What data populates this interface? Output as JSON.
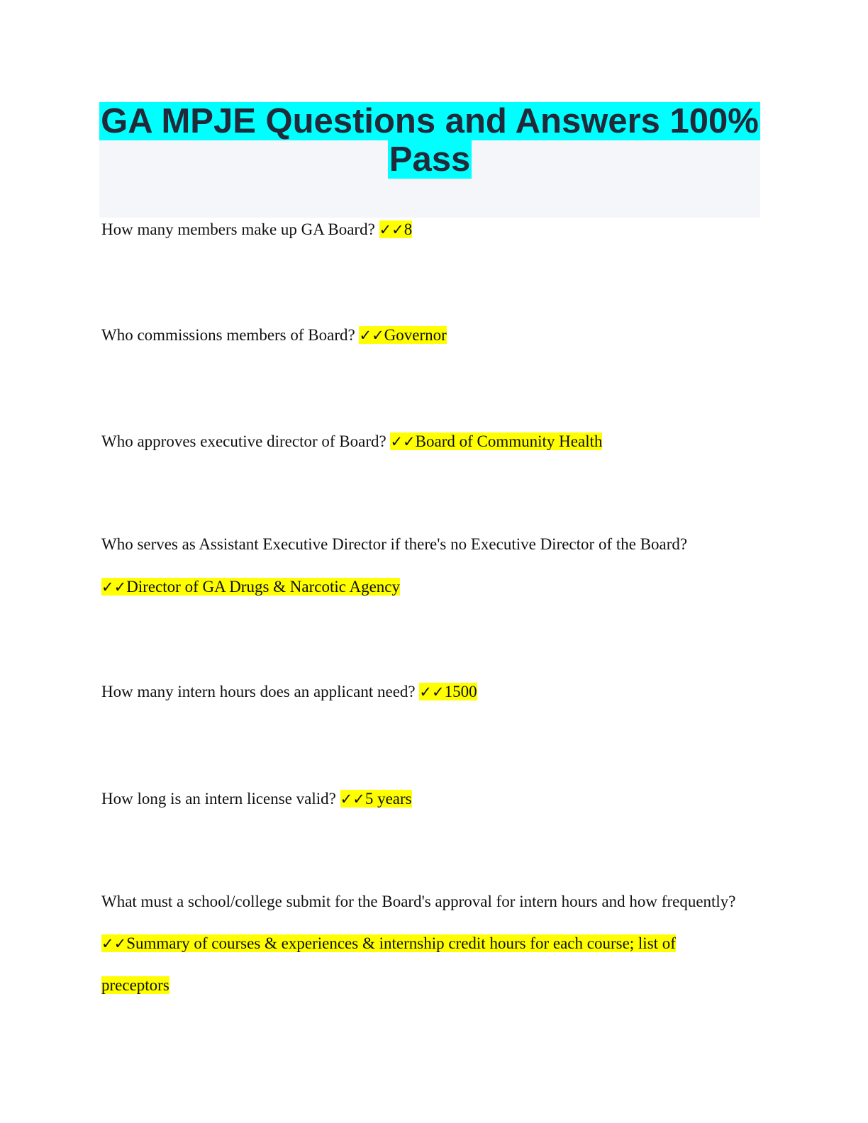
{
  "title": "GA MPJE Questions and Answers 100% Pass",
  "check_mark": "✓✓",
  "items": [
    {
      "question": "How many members make up GA Board? ",
      "answer": "8"
    },
    {
      "question": "Who commissions members of Board? ",
      "answer": "Governor"
    },
    {
      "question": "Who approves executive director of Board? ",
      "answer": "Board of Community Health"
    },
    {
      "question": "Who serves as Assistant Executive Director if there's no Executive Director of the Board?",
      "answer": "Director of GA Drugs & Narcotic Agency"
    },
    {
      "question": "How many intern hours does an applicant need? ",
      "answer": "1500"
    },
    {
      "question": "How long is an intern license valid? ",
      "answer": "5 years"
    },
    {
      "question": "What must a school/college submit for the Board's approval for intern hours and how frequently?",
      "answer_line1": "Summary of courses & experiences & internship credit hours for each course; list of",
      "answer_line2": "preceptors"
    }
  ]
}
